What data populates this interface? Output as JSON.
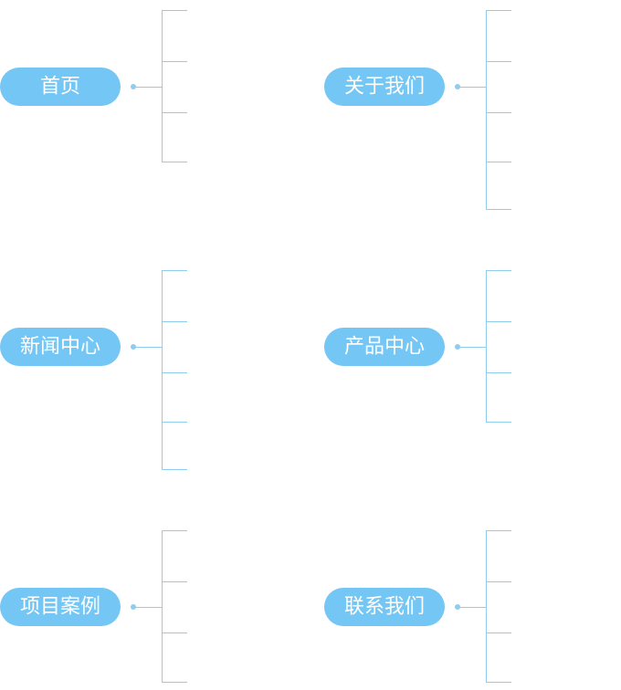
{
  "colors": {
    "pill": "#74c6f4",
    "line": "#8ecdee",
    "text": "#ffffff"
  },
  "sitemap": {
    "nodes": [
      {
        "id": "home",
        "label": "首页",
        "children": 4
      },
      {
        "id": "about",
        "label": "关于我们",
        "children": 5
      },
      {
        "id": "news",
        "label": "新闻中心",
        "children": 5
      },
      {
        "id": "products",
        "label": "产品中心",
        "children": 4
      },
      {
        "id": "projects",
        "label": "项目案例",
        "children": 4
      },
      {
        "id": "contact",
        "label": "联系我们",
        "children": 4
      }
    ]
  }
}
